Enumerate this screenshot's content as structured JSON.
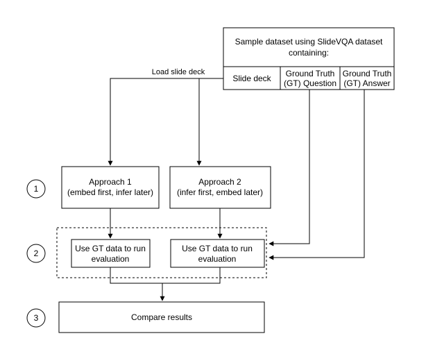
{
  "source": {
    "title_line1": "Sample dataset using SlideVQA dataset",
    "title_line2": "containing:",
    "cells": [
      {
        "line1": "Slide deck",
        "line2": ""
      },
      {
        "line1": "Ground Truth",
        "line2": "(GT) Question"
      },
      {
        "line1": "Ground Truth",
        "line2": "(GT) Answer"
      }
    ]
  },
  "edge_label": "Load slide deck",
  "steps": [
    "1",
    "2",
    "3"
  ],
  "approaches": [
    {
      "line1": "Approach 1",
      "line2": "(embed first, infer later)"
    },
    {
      "line1": "Approach 2",
      "line2": "(infer first, embed later)"
    }
  ],
  "evaluations": [
    {
      "line1": "Use GT data to run",
      "line2": "evaluation"
    },
    {
      "line1": "Use GT data to run",
      "line2": "evaluation"
    }
  ],
  "compare": "Compare results"
}
